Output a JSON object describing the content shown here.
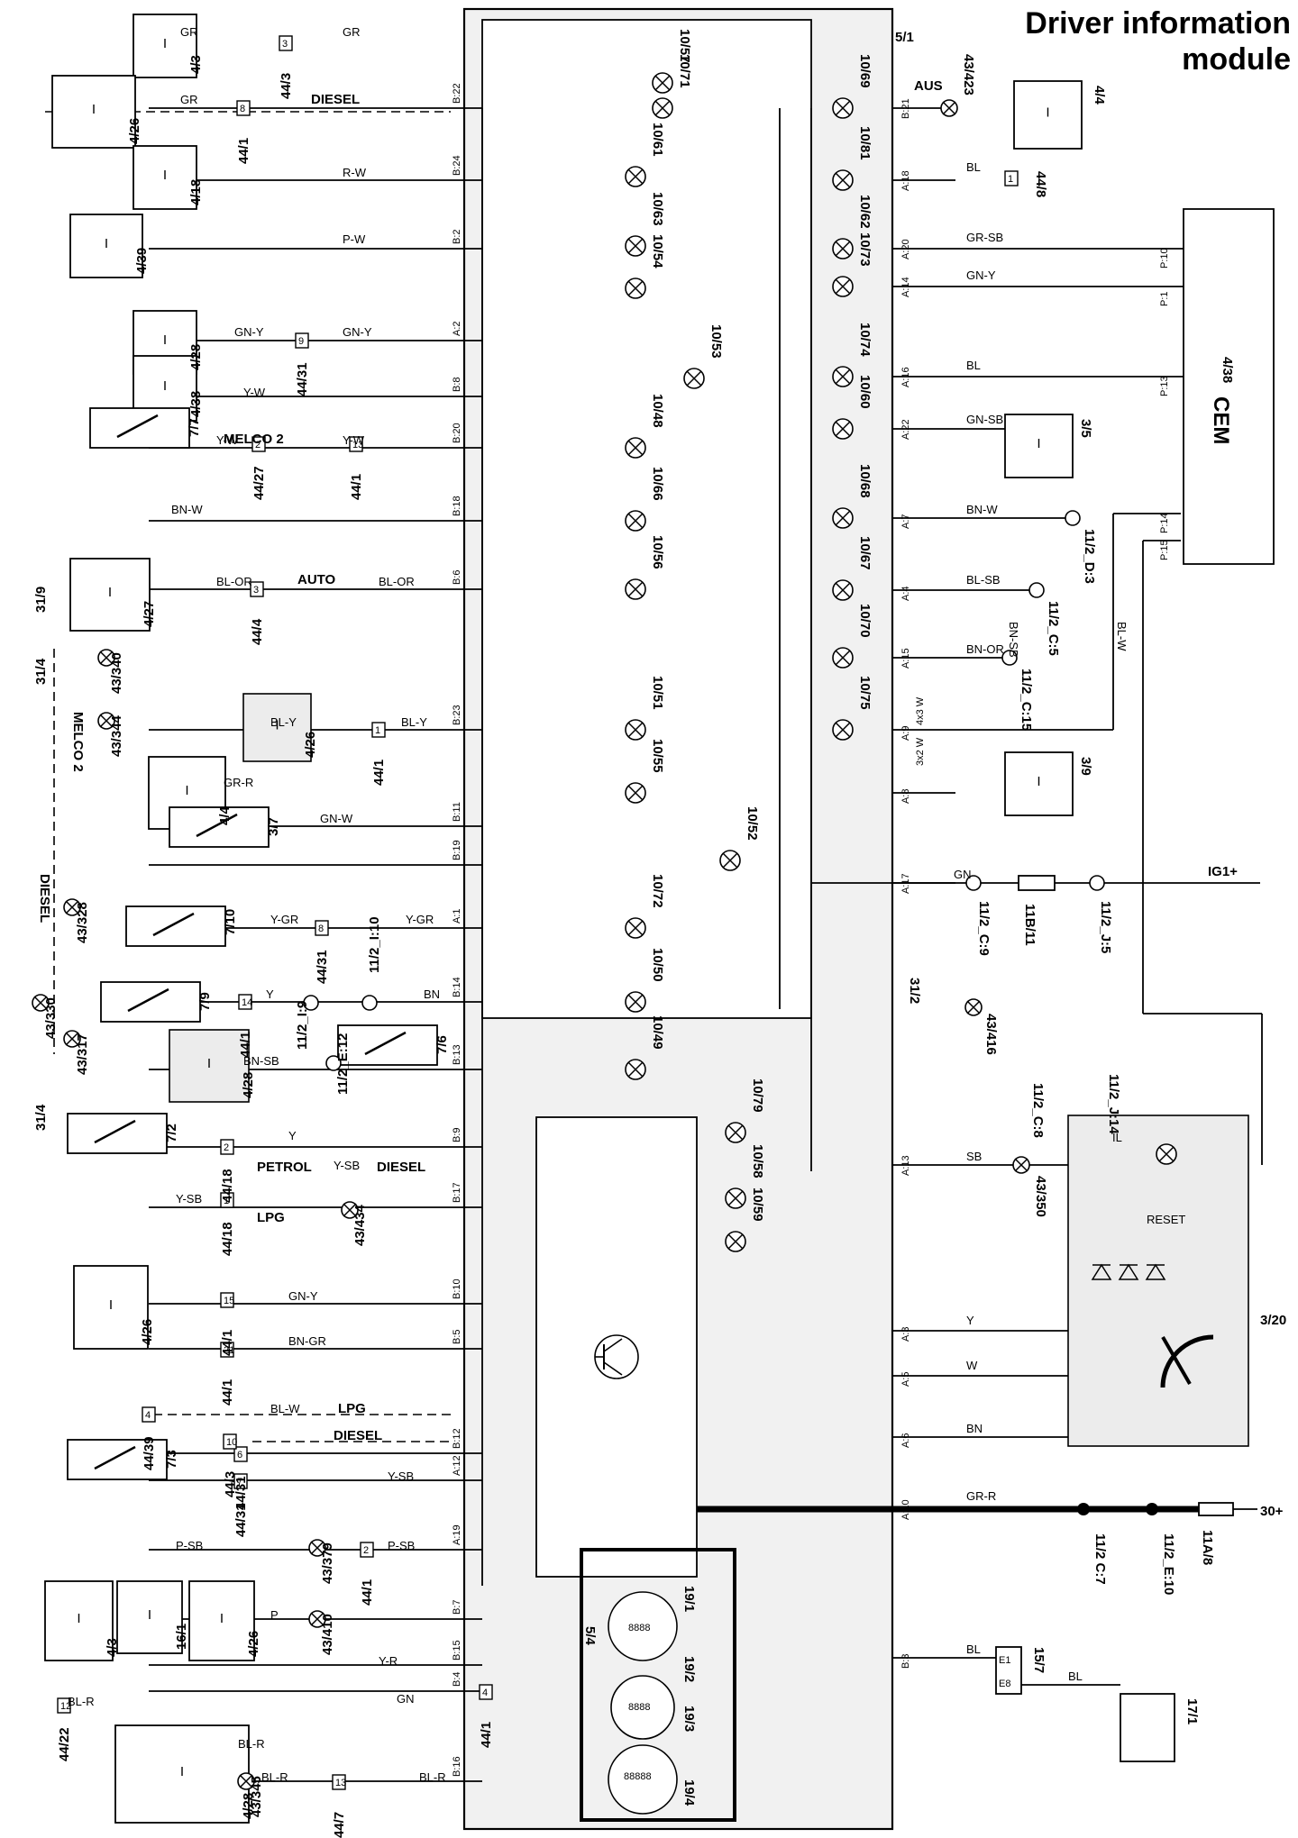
{
  "title": {
    "line1": "Driver information",
    "line2": "module"
  },
  "module_ref": "5/1",
  "cem": {
    "label": "CEM",
    "ref": "4/38"
  },
  "supply": {
    "ig1": "IG1+",
    "bat": "30+"
  },
  "left_components": [
    "4/3",
    "4/26",
    "4/18",
    "4/39",
    "4/28",
    "4/38",
    "4/27",
    "4/26",
    "4/4",
    "4/28",
    "4/26",
    "4/3",
    "16/1",
    "4/26",
    "4/28"
  ],
  "left_switches": [
    "7/7",
    "3/7",
    "7/10",
    "7/9",
    "7/6",
    "7/2",
    "7/3"
  ],
  "left_connectors": [
    "44/3",
    "44/1",
    "44/3",
    "44/31",
    "44/27",
    "44/1",
    "44/4",
    "44/1",
    "44/31",
    "44/1",
    "44/18",
    "44/31",
    "44/1",
    "44/7",
    "44/22",
    "44/39",
    "44/3"
  ],
  "left_splices": [
    "43/340",
    "43/344",
    "43/328",
    "43/330",
    "43/317",
    "43/434",
    "43/379",
    "43/410",
    "43/345"
  ],
  "left_nodes": [
    "31/9",
    "31/4",
    "31/4",
    "11/2_I:10",
    "11/2_I:9",
    "11/2_E:12"
  ],
  "variant_labels": [
    "DIESEL",
    "MELCO 2",
    "MELCO 2",
    "DIESEL",
    "AUTO",
    "PETROL",
    "DIESEL",
    "LPG",
    "LPG",
    "DIESEL"
  ],
  "left_lamps": [
    "10/57",
    "10/71",
    "10/61",
    "10/63",
    "10/54",
    "10/53",
    "10/48",
    "10/66",
    "10/56",
    "10/51",
    "10/55",
    "10/52",
    "10/72",
    "10/50",
    "10/49",
    "10/79",
    "10/58",
    "10/59"
  ],
  "right_lamps": [
    "10/69",
    "10/81",
    "10/62",
    "10/73",
    "10/74",
    "10/60",
    "10/68",
    "10/67",
    "10/70",
    "10/75"
  ],
  "gauges": [
    "19/1",
    "19/2",
    "19/3",
    "19/4",
    "5/4"
  ],
  "right_components": [
    "4/4",
    "44/8",
    "3/5",
    "3/9",
    "3/20",
    "17/1",
    "15/7",
    "11B/11",
    "11A/8",
    "43/423",
    "43/416",
    "43/350",
    "31/2"
  ],
  "right_nodes": [
    "11/2_D:3",
    "11/2_C:5",
    "11/2_C:15",
    "11/2_C:9",
    "11/2_J:5",
    "11/2_J:14",
    "11/2_C:8",
    "11/2 C:7",
    "11/2_E:10"
  ],
  "cem_pins": [
    "P:10",
    "P:1",
    "P:13",
    "P:14",
    "P:15"
  ],
  "left_pins": [
    "B:22",
    "B:24",
    "B:2",
    "A:2",
    "B:8",
    "B:20",
    "B:18",
    "B:6",
    "B:23",
    "B:11",
    "B:19",
    "A:1",
    "B:14",
    "B:13",
    "B:9",
    "B:17",
    "B:10",
    "B:5",
    "B:12",
    "A:12",
    "A:19",
    "B:7",
    "B:15",
    "B:4",
    "B:16"
  ],
  "right_pins": [
    "B:21",
    "A:18",
    "A:20",
    "A:14",
    "A:16",
    "A:22",
    "A:7",
    "A:4",
    "A:15",
    "A:9",
    "A:8",
    "A:17",
    "A:13",
    "A:3",
    "A:5",
    "A:6",
    "A:10",
    "B:3"
  ],
  "wire_colors": [
    "GR",
    "R-W",
    "P-W",
    "GN-Y",
    "Y-W",
    "BN-W",
    "BL-OR",
    "BL-Y",
    "GR-R",
    "GN-W",
    "Y-GR",
    "BN",
    "BN-SB",
    "Y",
    "Y-SB",
    "BN-GR",
    "BL-W",
    "P-SB",
    "P",
    "Y-R",
    "GN",
    "BL-R",
    "SB",
    "BL",
    "GR-SB",
    "GN-SB",
    "BL-SB",
    "BN-OR",
    "W",
    "BN-SB",
    "BL-W"
  ],
  "misc_labels": [
    "AUS",
    "4x3 W",
    "3x2 W",
    "RESET",
    "IL"
  ]
}
